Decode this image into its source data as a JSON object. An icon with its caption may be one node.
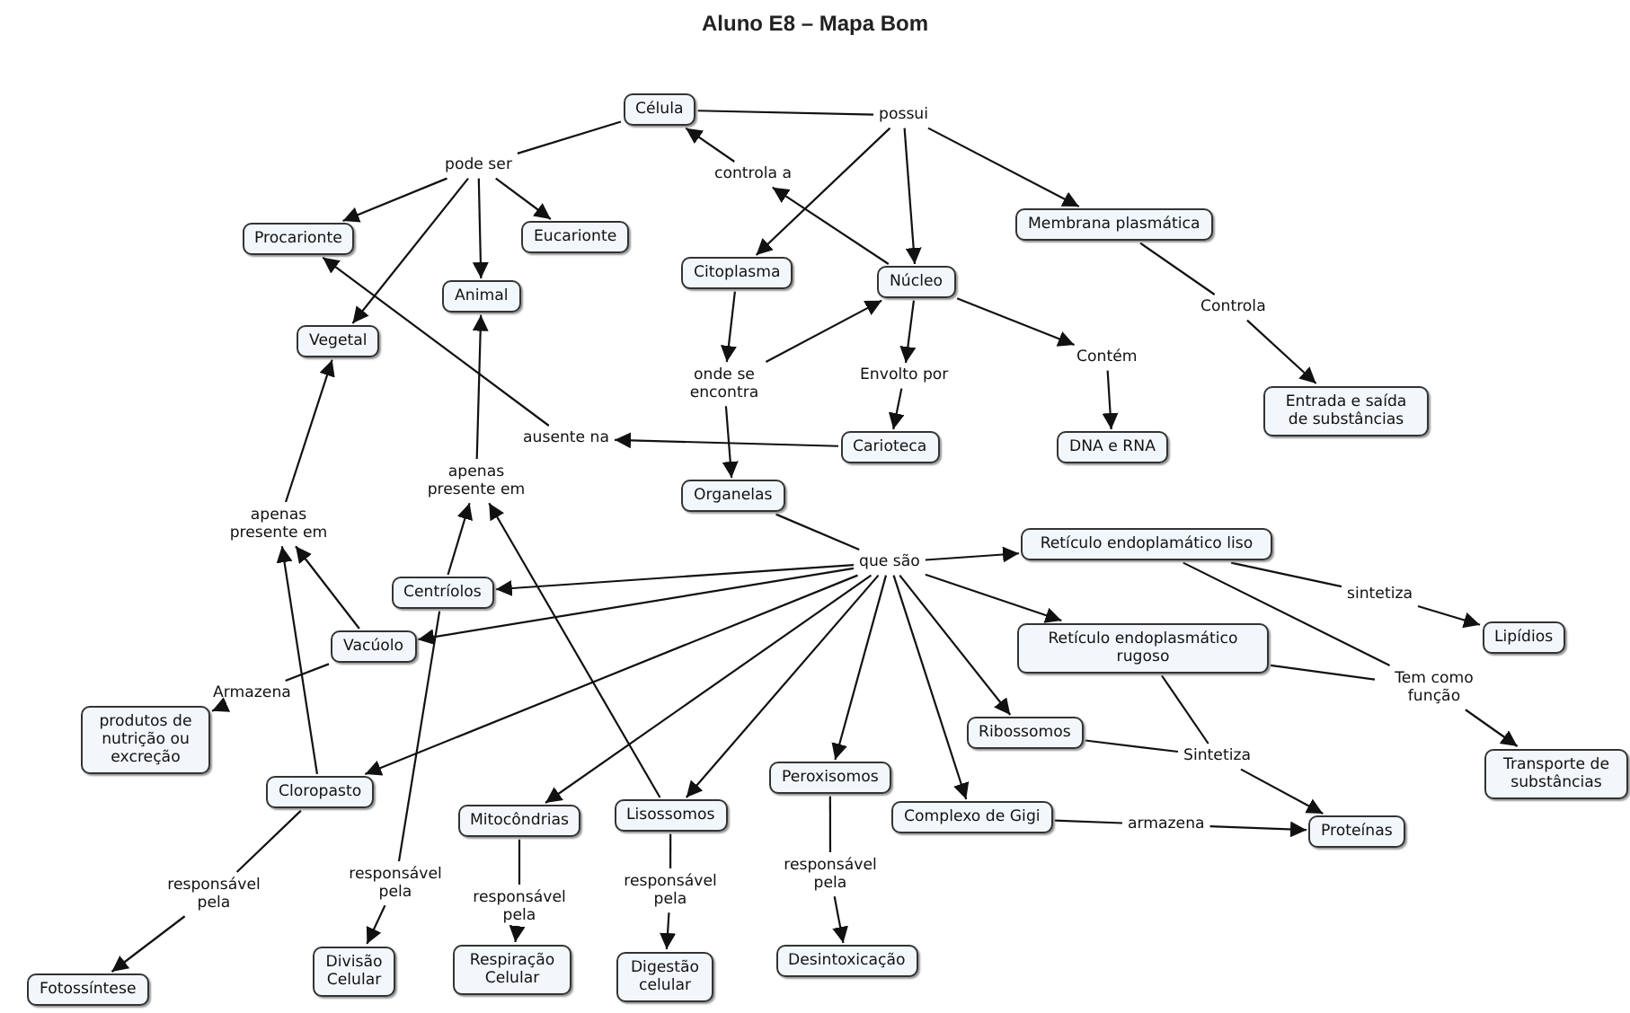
{
  "diagram": {
    "title": "Aluno E8 – Mapa Bom",
    "nodes": [
      {
        "text": [
          "Célula"
        ]
      },
      {
        "text": [
          "Procarionte"
        ]
      },
      {
        "text": [
          "Eucarionte"
        ]
      },
      {
        "text": [
          "Animal"
        ]
      },
      {
        "text": [
          "Vegetal"
        ]
      },
      {
        "text": [
          "Citoplasma"
        ]
      },
      {
        "text": [
          "Núcleo"
        ]
      },
      {
        "text": [
          "Membrana plasmática"
        ]
      },
      {
        "text": [
          "Entrada e saída de substâncias"
        ]
      },
      {
        "text": [
          "Carioteca"
        ]
      },
      {
        "text": [
          "DNA e RNA"
        ]
      },
      {
        "text": [
          "Organelas"
        ]
      },
      {
        "text": [
          "Retículo endoplamático liso"
        ]
      },
      {
        "text": [
          "Centríolos"
        ]
      },
      {
        "text": [
          "Lipídios"
        ]
      },
      {
        "text": [
          "Retículo endoplasmático rugoso"
        ]
      },
      {
        "text": [
          "Vacúolo"
        ]
      },
      {
        "text": [
          "produtos de nutrição ou excreção"
        ]
      },
      {
        "text": [
          "Ribossomos"
        ]
      },
      {
        "text": [
          "Transporte de substâncias"
        ]
      },
      {
        "text": [
          "Cloropasto"
        ]
      },
      {
        "text": [
          "Peroxisomos"
        ]
      },
      {
        "text": [
          "Complexo de Gigi"
        ]
      },
      {
        "text": [
          "Proteínas"
        ]
      },
      {
        "text": [
          "Mitocôndrias"
        ]
      },
      {
        "text": [
          "Lisossomos"
        ]
      },
      {
        "text": [
          "Fotossíntese"
        ]
      },
      {
        "text": [
          "Divisão Celular"
        ]
      },
      {
        "text": [
          "Respiração Celular"
        ]
      },
      {
        "text": [
          "Digestão celular"
        ]
      },
      {
        "text": [
          "Desintoxicação"
        ]
      },
      {
        "text": [
          "possui"
        ]
      },
      {
        "text": [
          "pode ser"
        ]
      },
      {
        "text": [
          "controla a"
        ]
      },
      {
        "text": [
          "onde se encontra"
        ]
      },
      {
        "text": [
          "Envolto por"
        ]
      },
      {
        "text": [
          "Contém"
        ]
      },
      {
        "text": [
          "Controla"
        ]
      },
      {
        "text": [
          "ausente na"
        ]
      },
      {
        "text": [
          "apenas presente em"
        ]
      },
      {
        "text": [
          "apenas presente em"
        ]
      },
      {
        "text": [
          "que são"
        ]
      },
      {
        "text": [
          "sintetiza"
        ]
      },
      {
        "text": [
          "Tem como função"
        ]
      },
      {
        "text": [
          "Armazena"
        ]
      },
      {
        "text": [
          "Sintetiza"
        ]
      },
      {
        "text": [
          "armazena"
        ]
      },
      {
        "text": [
          "responsável pela"
        ]
      },
      {
        "text": [
          "responsável pela"
        ]
      },
      {
        "text": [
          "responsável pela"
        ]
      },
      {
        "text": [
          "responsável pela"
        ]
      },
      {
        "text": [
          "responsável pela"
        ]
      }
    ],
    "edges": [
      {
        "from": 0,
        "to": 31,
        "arrow": "none"
      },
      {
        "from": 31,
        "to": 5,
        "arrow": "to"
      },
      {
        "from": 31,
        "to": 6,
        "arrow": "to"
      },
      {
        "from": 31,
        "to": 7,
        "arrow": "to"
      },
      {
        "from": 0,
        "to": 32,
        "arrow": "none"
      },
      {
        "from": 32,
        "to": 1,
        "arrow": "to"
      },
      {
        "from": 32,
        "to": 2,
        "arrow": "to"
      },
      {
        "from": 32,
        "to": 3,
        "arrow": "to"
      },
      {
        "from": 32,
        "to": 4,
        "arrow": "to"
      },
      {
        "from": 6,
        "to": 33,
        "arrow": "to"
      },
      {
        "from": 33,
        "to": 0,
        "arrow": "to"
      },
      {
        "from": 5,
        "to": 34,
        "arrow": "to"
      },
      {
        "from": 34,
        "to": 6,
        "arrow": "to"
      },
      {
        "from": 34,
        "to": 11,
        "arrow": "to"
      },
      {
        "from": 6,
        "to": 35,
        "arrow": "to"
      },
      {
        "from": 35,
        "to": 9,
        "arrow": "to"
      },
      {
        "from": 6,
        "to": 36,
        "arrow": "to"
      },
      {
        "from": 36,
        "to": 10,
        "arrow": "to"
      },
      {
        "from": 7,
        "to": 37,
        "arrow": "none"
      },
      {
        "from": 37,
        "to": 8,
        "arrow": "to"
      },
      {
        "from": 9,
        "to": 38,
        "arrow": "to"
      },
      {
        "from": 38,
        "to": 1,
        "arrow": "to"
      },
      {
        "from": 13,
        "to": 39,
        "arrow": "to"
      },
      {
        "from": 25,
        "to": 39,
        "arrow": "to"
      },
      {
        "from": 39,
        "to": 3,
        "arrow": "to"
      },
      {
        "from": 16,
        "to": 40,
        "arrow": "to"
      },
      {
        "from": 20,
        "to": 40,
        "arrow": "to"
      },
      {
        "from": 40,
        "to": 4,
        "arrow": "to"
      },
      {
        "from": 11,
        "to": 41,
        "arrow": "none"
      },
      {
        "from": 41,
        "to": 12,
        "arrow": "to"
      },
      {
        "from": 41,
        "to": 15,
        "arrow": "to"
      },
      {
        "from": 41,
        "to": 13,
        "arrow": "to"
      },
      {
        "from": 41,
        "to": 16,
        "arrow": "to"
      },
      {
        "from": 41,
        "to": 20,
        "arrow": "to"
      },
      {
        "from": 41,
        "to": 24,
        "arrow": "to"
      },
      {
        "from": 41,
        "to": 25,
        "arrow": "to"
      },
      {
        "from": 41,
        "to": 21,
        "arrow": "to"
      },
      {
        "from": 41,
        "to": 22,
        "arrow": "to"
      },
      {
        "from": 41,
        "to": 18,
        "arrow": "to"
      },
      {
        "from": 12,
        "to": 42,
        "arrow": "none"
      },
      {
        "from": 42,
        "to": 14,
        "arrow": "to"
      },
      {
        "from": 12,
        "to": 43,
        "arrow": "none"
      },
      {
        "from": 15,
        "to": 43,
        "arrow": "none"
      },
      {
        "from": 43,
        "to": 19,
        "arrow": "to"
      },
      {
        "from": 16,
        "to": 44,
        "arrow": "none"
      },
      {
        "from": 44,
        "to": 17,
        "arrow": "to"
      },
      {
        "from": 18,
        "to": 45,
        "arrow": "none"
      },
      {
        "from": 15,
        "to": 45,
        "arrow": "none"
      },
      {
        "from": 45,
        "to": 23,
        "arrow": "to"
      },
      {
        "from": 22,
        "to": 46,
        "arrow": "none"
      },
      {
        "from": 46,
        "to": 23,
        "arrow": "to"
      },
      {
        "from": 20,
        "to": 47,
        "arrow": "none"
      },
      {
        "from": 47,
        "to": 26,
        "arrow": "to"
      },
      {
        "from": 13,
        "to": 48,
        "arrow": "none"
      },
      {
        "from": 48,
        "to": 27,
        "arrow": "to"
      },
      {
        "from": 24,
        "to": 49,
        "arrow": "none"
      },
      {
        "from": 49,
        "to": 28,
        "arrow": "to"
      },
      {
        "from": 25,
        "to": 50,
        "arrow": "none"
      },
      {
        "from": 50,
        "to": 29,
        "arrow": "to"
      },
      {
        "from": 21,
        "to": 51,
        "arrow": "none"
      },
      {
        "from": 51,
        "to": 30,
        "arrow": "to"
      }
    ]
  }
}
